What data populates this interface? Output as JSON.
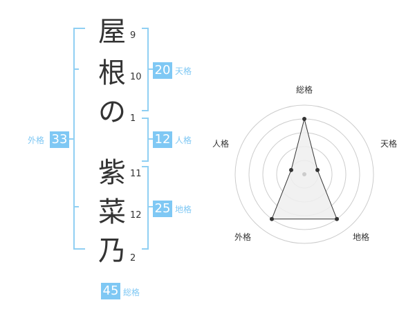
{
  "name_chars": [
    {
      "char": "屋",
      "strokes": "9"
    },
    {
      "char": "根",
      "strokes": "10"
    },
    {
      "char": "の",
      "strokes": "1"
    },
    {
      "char": "紫",
      "strokes": "11"
    },
    {
      "char": "菜",
      "strokes": "12"
    },
    {
      "char": "乃",
      "strokes": "2"
    }
  ],
  "kakusu": {
    "tenkaku": {
      "value": "20",
      "label": "天格"
    },
    "jinkaku": {
      "value": "12",
      "label": "人格"
    },
    "chikaku": {
      "value": "25",
      "label": "地格"
    },
    "gaikaku": {
      "value": "33",
      "label": "外格"
    },
    "soukaku": {
      "value": "45",
      "label": "総格"
    }
  },
  "colors": {
    "accent": "#7fc8f4",
    "bracket": "#8fcff3",
    "text": "#333333",
    "radar_fill": "#eeeeee",
    "radar_ring": "#cccccc",
    "center_dot": "#cccccc"
  },
  "chart_data": {
    "type": "radar",
    "axes": [
      "総格",
      "天格",
      "地格",
      "外格",
      "人格"
    ],
    "values": [
      4,
      1,
      4,
      4,
      1
    ],
    "max": 5,
    "rings": 5
  }
}
